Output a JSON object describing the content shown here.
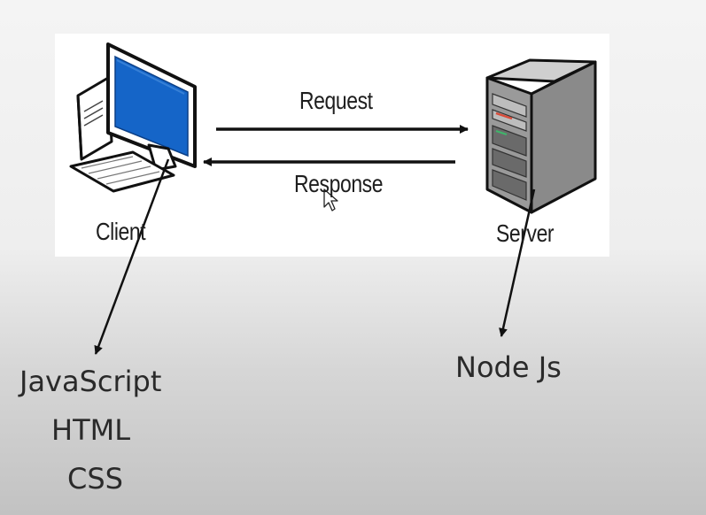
{
  "diagram": {
    "request_label": "Request",
    "response_label": "Response",
    "client_label": "Client",
    "server_label": "Server"
  },
  "annotations": {
    "client_tech": [
      "JavaScript",
      "HTML",
      "CSS"
    ],
    "server_tech": [
      "Node Js"
    ]
  },
  "colors": {
    "monitor_screen": "#1565c8",
    "ink": "#111111",
    "server_body": "#8a8a8a",
    "server_accent": "#d94c3a"
  }
}
